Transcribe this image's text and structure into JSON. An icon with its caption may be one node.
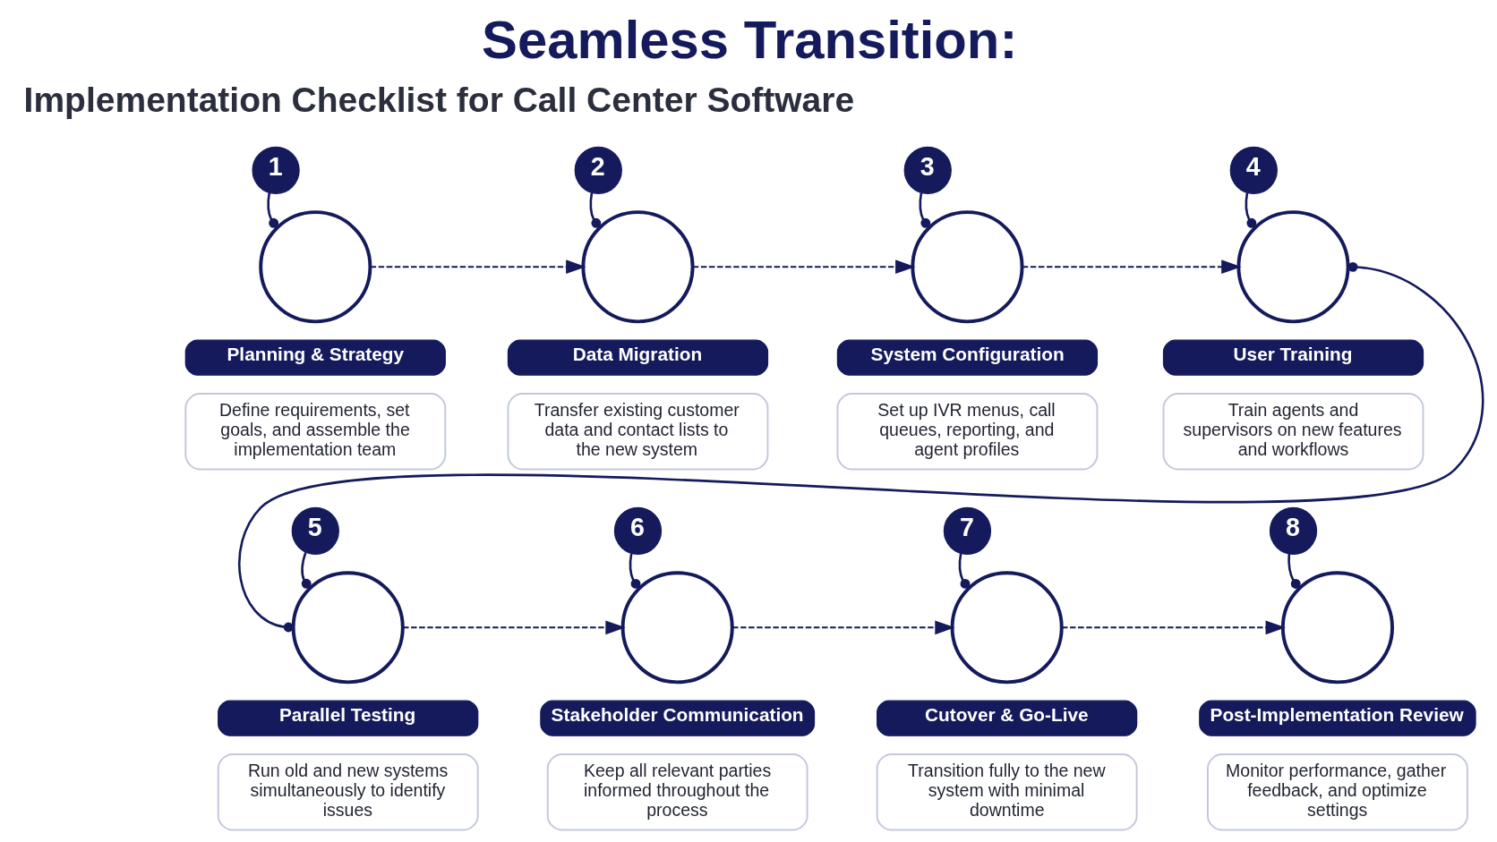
{
  "diagram": {
    "title": "Seamless Transition:",
    "nodes": [
      {
        "text": [
          "1"
        ]
      },
      {
        "text": [],
        "shape": "circle"
      },
      {
        "text": [
          "Planning & Strategy"
        ]
      },
      {
        "text": [
          "Define requirements, set goals, and assemble the implementation team"
        ]
      },
      {
        "text": [
          "2"
        ]
      },
      {
        "text": [],
        "shape": "circle"
      },
      {
        "text": [
          "Data Migration"
        ]
      },
      {
        "text": [
          "Transfer existing customer data and contact lists to the new system"
        ]
      },
      {
        "text": [
          "3"
        ]
      },
      {
        "text": [],
        "shape": "circle"
      },
      {
        "text": [
          "System Configuration"
        ]
      },
      {
        "text": [
          "Set up IVR menus, call queues, reporting, and agent profiles"
        ]
      },
      {
        "text": [
          "4"
        ]
      },
      {
        "text": [],
        "shape": "circle"
      },
      {
        "text": [
          "User Training"
        ]
      },
      {
        "text": [
          "Train agents and supervisors on new features and workflows"
        ]
      },
      {
        "text": [
          "5"
        ]
      },
      {
        "text": [],
        "shape": "circle"
      },
      {
        "text": [
          "Parallel Testing"
        ]
      },
      {
        "text": [
          "Run old and new systems simultaneously to identify issues"
        ]
      },
      {
        "text": [
          "6"
        ]
      },
      {
        "text": [],
        "shape": "circle"
      },
      {
        "text": [
          "Stakeholder Communication"
        ]
      },
      {
        "text": [
          "Keep all relevant parties informed throughout the process"
        ]
      },
      {
        "text": [
          "7"
        ]
      },
      {
        "text": [],
        "shape": "circle"
      },
      {
        "text": [
          "Cutover & Go-Live"
        ]
      },
      {
        "text": [
          "Transition fully to the new system with minimal downtime"
        ]
      },
      {
        "text": [
          "8"
        ]
      },
      {
        "text": [],
        "shape": "circle"
      },
      {
        "text": [
          "Post-Implementation Review"
        ]
      },
      {
        "text": [
          "Monitor performance, gather feedback, and optimize settings"
        ]
      }
    ],
    "edges": [
      {
        "from": 0,
        "to": 1,
        "arrow": "other"
      },
      {
        "from": 1,
        "to": 5,
        "arrow": "to",
        "style": "dashed"
      },
      {
        "from": 4,
        "to": 5,
        "arrow": "other"
      },
      {
        "from": 5,
        "to": 9,
        "arrow": "to",
        "style": "dashed"
      },
      {
        "from": 8,
        "to": 9,
        "arrow": "other"
      },
      {
        "from": 9,
        "to": 13,
        "arrow": "to",
        "style": "dashed"
      },
      {
        "from": 12,
        "to": 13,
        "arrow": "other"
      },
      {
        "from": 13,
        "to": 17,
        "arrow": "other"
      },
      {
        "from": 16,
        "to": 17,
        "arrow": "other"
      },
      {
        "from": 17,
        "to": 21,
        "arrow": "to",
        "style": "dashed"
      },
      {
        "from": 20,
        "to": 21,
        "arrow": "other"
      },
      {
        "from": 21,
        "to": 25,
        "arrow": "to",
        "style": "dashed"
      },
      {
        "from": 24,
        "to": 25,
        "arrow": "other"
      },
      {
        "from": 25,
        "to": 29,
        "arrow": "to",
        "style": "dashed"
      },
      {
        "from": 28,
        "to": 29,
        "arrow": "other"
      }
    ],
    "labels": [
      "Implementation Checklist for Call Center Software"
    ]
  }
}
